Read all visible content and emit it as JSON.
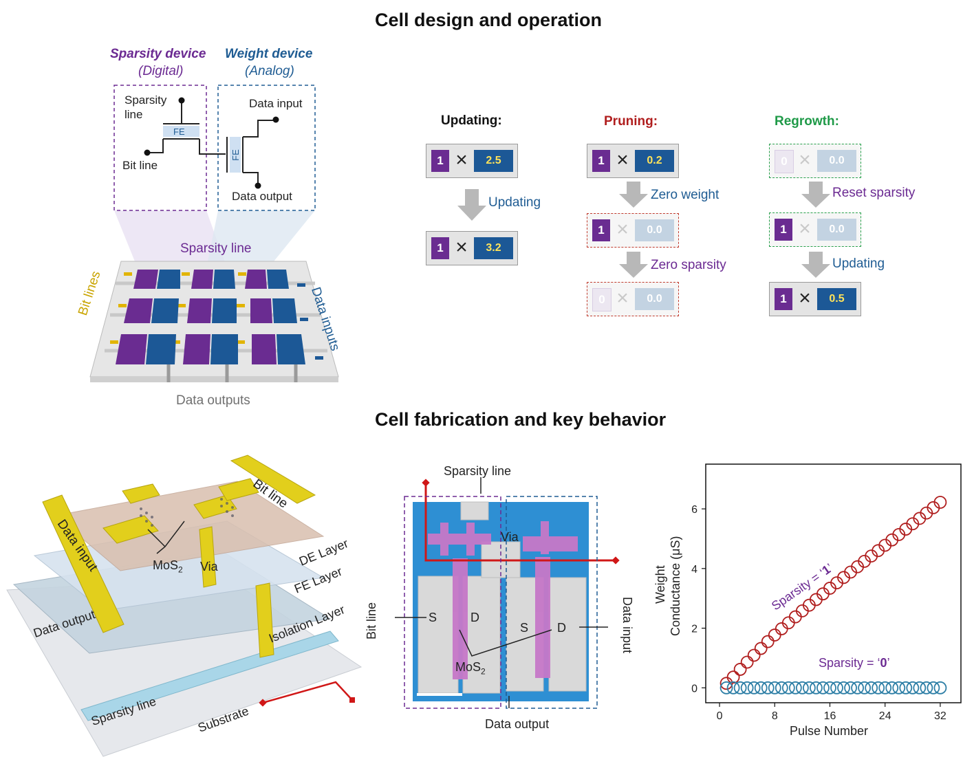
{
  "titles": {
    "top": "Cell design and operation",
    "bottom": "Cell fabrication and key behavior"
  },
  "schematic": {
    "sparsity_device": "Sparsity device",
    "sparsity_device_sub": "(Digital)",
    "weight_device": "Weight device",
    "weight_device_sub": "(Analog)",
    "sparsity_line": "Sparsity",
    "sparsity_line2": "line",
    "fe": "FE",
    "bit_line": "Bit line",
    "data_input": "Data input",
    "data_output": "Data output"
  },
  "array": {
    "sparsity_line": "Sparsity line",
    "bit_lines": "Bit lines",
    "data_inputs": "Data inputs",
    "data_outputs": "Data outputs"
  },
  "operations": {
    "updating": {
      "title": "Updating:",
      "before": {
        "s": "1",
        "w": "2.5"
      },
      "arrow": "Updating",
      "after": {
        "s": "1",
        "w": "3.2"
      }
    },
    "pruning": {
      "title": "Pruning:",
      "step1": {
        "s": "1",
        "w": "0.2"
      },
      "arrow1": "Zero weight",
      "step2": {
        "s": "1",
        "w": "0.0"
      },
      "arrow2": "Zero sparsity",
      "step3": {
        "s": "0",
        "w": "0.0"
      }
    },
    "regrowth": {
      "title": "Regrowth:",
      "step1": {
        "s": "0",
        "w": "0.0"
      },
      "arrow1": "Reset sparsity",
      "step2": {
        "s": "1",
        "w": "0.0"
      },
      "arrow2": "Updating",
      "step3": {
        "s": "1",
        "w": "0.5"
      }
    }
  },
  "stack": {
    "bit_line": "Bit line",
    "data_input": "Data input",
    "mos2": "MoS",
    "mos2_sub": "2",
    "via": "Via",
    "de_layer": "DE Layer",
    "fe_layer": "FE Layer",
    "isolation_layer": "Isolation Layer",
    "data_output": "Data output",
    "sparsity_line": "Sparsity line",
    "substrate": "Substrate"
  },
  "micrograph": {
    "sparsity_line": "Sparsity line",
    "via": "Via",
    "bit_line": "Bit line",
    "data_input": "Data input",
    "data_output": "Data output",
    "s1": "S",
    "d1": "D",
    "s2": "S",
    "d2": "D",
    "mos2": "MoS",
    "mos2_sub": "2"
  },
  "chart_data": {
    "type": "scatter",
    "xlabel": "Pulse Number",
    "ylabel_line1": "Weight",
    "ylabel_line2": "Conductance (μS)",
    "xlim": [
      -2,
      35
    ],
    "ylim": [
      -0.5,
      7.5
    ],
    "xticks": [
      0,
      8,
      16,
      24,
      32
    ],
    "yticks": [
      0,
      2,
      4,
      6
    ],
    "series": [
      {
        "name": "Sparsity = '1'",
        "color": "#b01e1e",
        "x": [
          1,
          2,
          3,
          4,
          5,
          6,
          7,
          8,
          9,
          10,
          11,
          12,
          13,
          14,
          15,
          16,
          17,
          18,
          19,
          20,
          21,
          22,
          23,
          24,
          25,
          26,
          27,
          28,
          29,
          30,
          31,
          32
        ],
        "y": [
          0.15,
          0.36,
          0.62,
          0.86,
          1.09,
          1.32,
          1.55,
          1.77,
          1.98,
          2.18,
          2.38,
          2.58,
          2.77,
          2.96,
          3.15,
          3.34,
          3.52,
          3.7,
          3.88,
          4.06,
          4.24,
          4.42,
          4.6,
          4.78,
          4.96,
          5.14,
          5.32,
          5.5,
          5.68,
          5.86,
          6.04,
          6.22
        ]
      },
      {
        "name": "Sparsity = '0'",
        "color": "#2e7fa6",
        "x": [
          1,
          2,
          3,
          4,
          5,
          6,
          7,
          8,
          9,
          10,
          11,
          12,
          13,
          14,
          15,
          16,
          17,
          18,
          19,
          20,
          21,
          22,
          23,
          24,
          25,
          26,
          27,
          28,
          29,
          30,
          31,
          32
        ],
        "y": [
          0,
          0,
          0,
          0,
          0,
          0,
          0,
          0,
          0,
          0,
          0,
          0,
          0,
          0,
          0,
          0,
          0,
          0,
          0,
          0,
          0,
          0,
          0,
          0,
          0,
          0,
          0,
          0,
          0,
          0,
          0,
          0
        ]
      }
    ],
    "annotations": {
      "s1_text": "Sparsity = ‘",
      "s1_bold": "1",
      "s0_text": "Sparsity = ‘",
      "s0_bold": "0",
      "close": "’"
    }
  }
}
